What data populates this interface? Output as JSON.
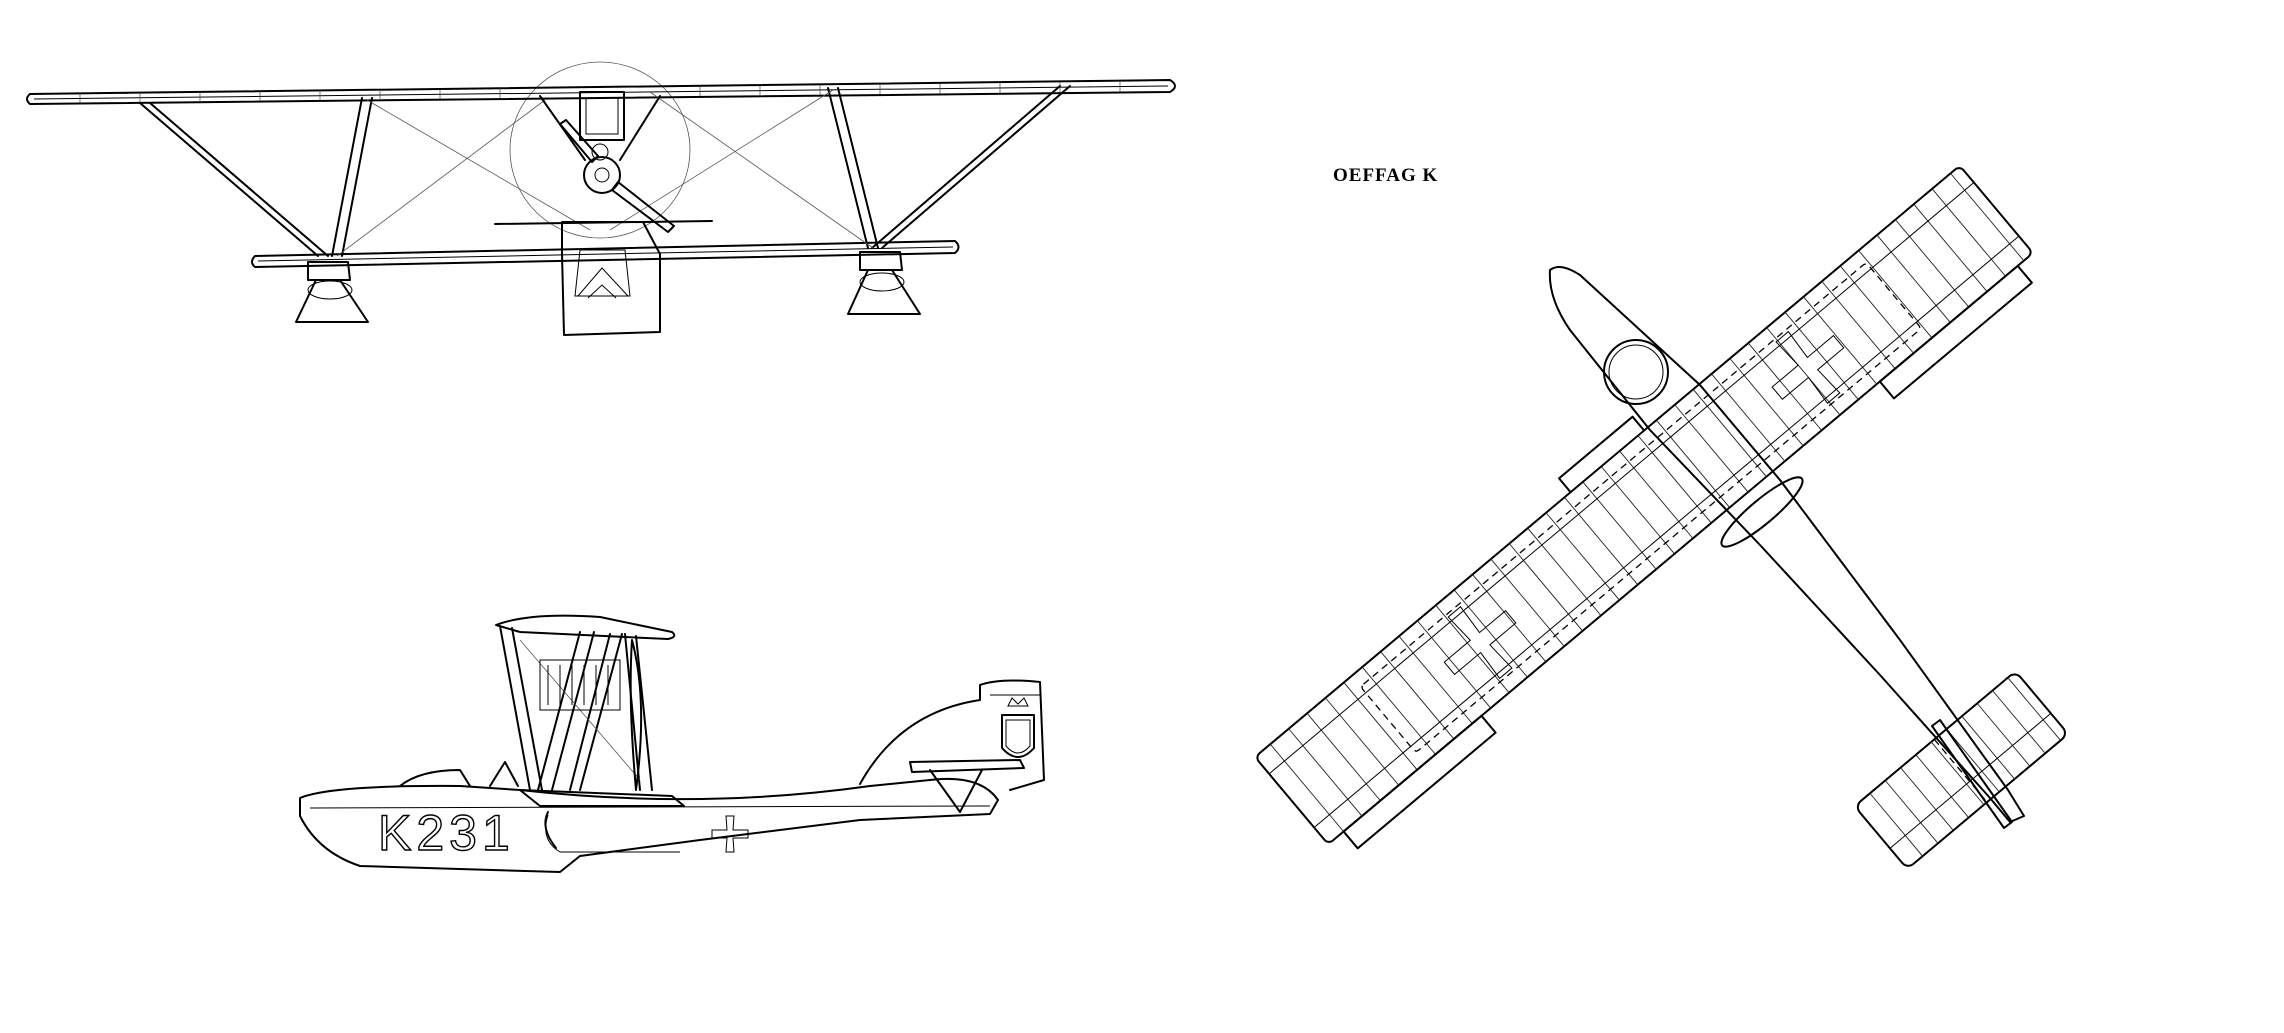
{
  "drawing": {
    "title": "OEFFAG K",
    "serial_marking": "K231"
  },
  "views": [
    "front-view",
    "side-view",
    "plan-view"
  ],
  "colors": {
    "line": "#000000",
    "background": "#ffffff"
  },
  "icons": [
    "iron-cross-insignia",
    "coat-of-arms-emblem",
    "propeller",
    "float"
  ]
}
